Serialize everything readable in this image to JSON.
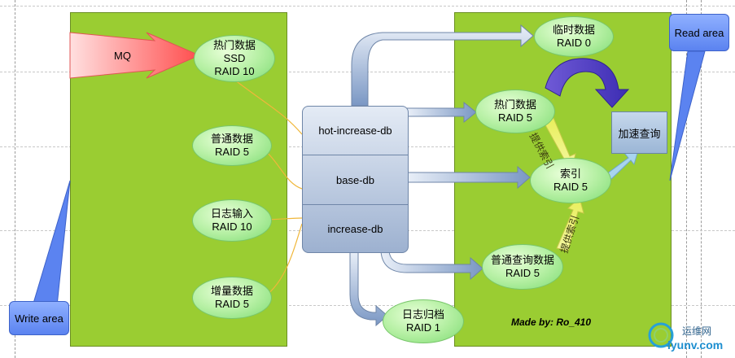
{
  "mq": "MQ",
  "write_area": "Write area",
  "read_area": "Read area",
  "left_nodes": [
    {
      "lines": [
        "热门数据",
        "SSD",
        "RAID 10"
      ]
    },
    {
      "lines": [
        "普通数据",
        "RAID 5"
      ]
    },
    {
      "lines": [
        "日志输入",
        "RAID 10"
      ]
    },
    {
      "lines": [
        "增量数据",
        "RAID 5"
      ]
    }
  ],
  "db_stack": [
    "hot-increase-db",
    "base-db",
    "increase-db"
  ],
  "right_nodes": {
    "temp": [
      "临时数据",
      "RAID 0"
    ],
    "hot": [
      "热门数据",
      "RAID 5"
    ],
    "index": [
      "索引",
      "RAID 5"
    ],
    "normal": [
      "普通查询数据",
      "RAID 5"
    ],
    "log": [
      "日志归档",
      "RAID 1"
    ]
  },
  "accelerate": "加速查询",
  "rotated_labels": {
    "upper": "提供索引",
    "lower": "提供索引"
  },
  "credit": "Made  by: Ro_410",
  "watermark": {
    "cn": "运维网",
    "en": "iyunv.com"
  },
  "colors": {
    "panel": "#9acd32",
    "mq_arrow": "#ff6b6b",
    "callout": "#5b83f0",
    "ellipse": "#b6f0a4"
  }
}
